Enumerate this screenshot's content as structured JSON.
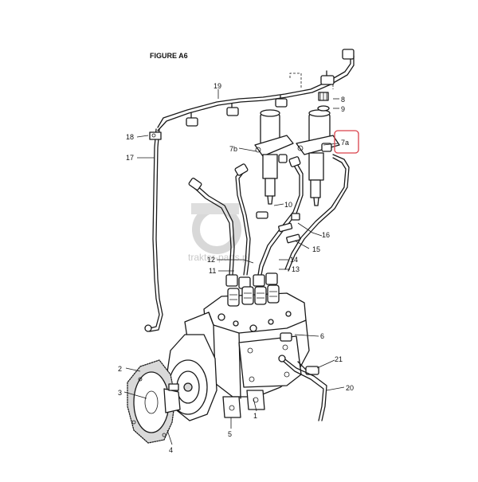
{
  "figure_title": "FIGURE A6",
  "watermark_text": "traktor-parts.pl",
  "highlight_color": "#d9414b",
  "callouts": [
    {
      "id": "c1",
      "text": "1"
    },
    {
      "id": "c2",
      "text": "2"
    },
    {
      "id": "c3",
      "text": "3"
    },
    {
      "id": "c4",
      "text": "4"
    },
    {
      "id": "c5",
      "text": "5"
    },
    {
      "id": "c6",
      "text": "6"
    },
    {
      "id": "c7a",
      "text": "7a"
    },
    {
      "id": "c7b",
      "text": "7b"
    },
    {
      "id": "c8",
      "text": "8"
    },
    {
      "id": "c9",
      "text": "9"
    },
    {
      "id": "c10",
      "text": "10"
    },
    {
      "id": "c11",
      "text": "11"
    },
    {
      "id": "c12",
      "text": "12"
    },
    {
      "id": "c13",
      "text": "13"
    },
    {
      "id": "c14",
      "text": "14"
    },
    {
      "id": "c15",
      "text": "15"
    },
    {
      "id": "c16",
      "text": "16"
    },
    {
      "id": "c17",
      "text": "17"
    },
    {
      "id": "c18",
      "text": "18"
    },
    {
      "id": "c19",
      "text": "19"
    },
    {
      "id": "c20",
      "text": "20"
    },
    {
      "id": "c21",
      "text": "21"
    }
  ]
}
